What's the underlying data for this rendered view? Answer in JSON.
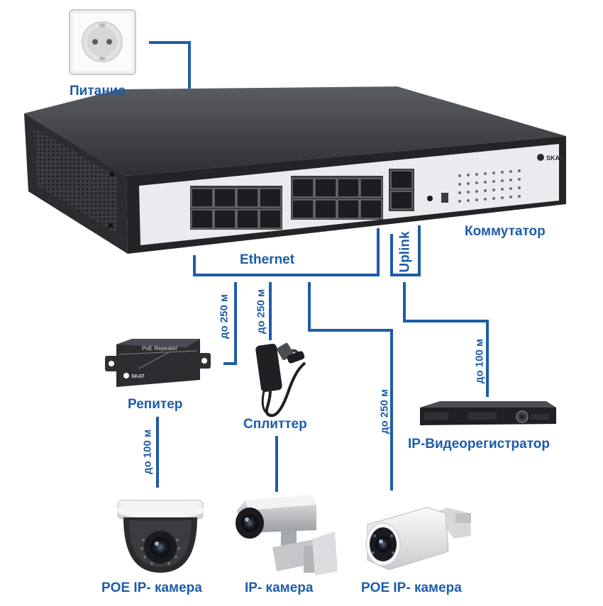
{
  "labels": {
    "power": "Питание",
    "switch": "Коммутатор",
    "ethernet": "Ethernet",
    "uplink": "Uplink",
    "repeater": "Репитер",
    "splitter": "Сплиттер",
    "nvr": "IP-Видеорегистратор",
    "cam_dome": "POE IP- камера",
    "cam_box": "IP- камера",
    "cam_bullet": "POE IP- камера"
  },
  "distances": {
    "to_repeater": "до 250 м",
    "to_splitter": "до 250 м",
    "to_bullet": "до 250 м",
    "repeater_to_dome": "до 100 м",
    "to_nvr": "до 100 м"
  },
  "device_text": {
    "switch_brand": "SKAT",
    "repeater_title": "PoE Repeater",
    "repeater_brand": "SKAT"
  },
  "colors": {
    "line": "#1d5ca8",
    "device_dark": "#2c2e31",
    "device_panel": "#e9ebee"
  }
}
